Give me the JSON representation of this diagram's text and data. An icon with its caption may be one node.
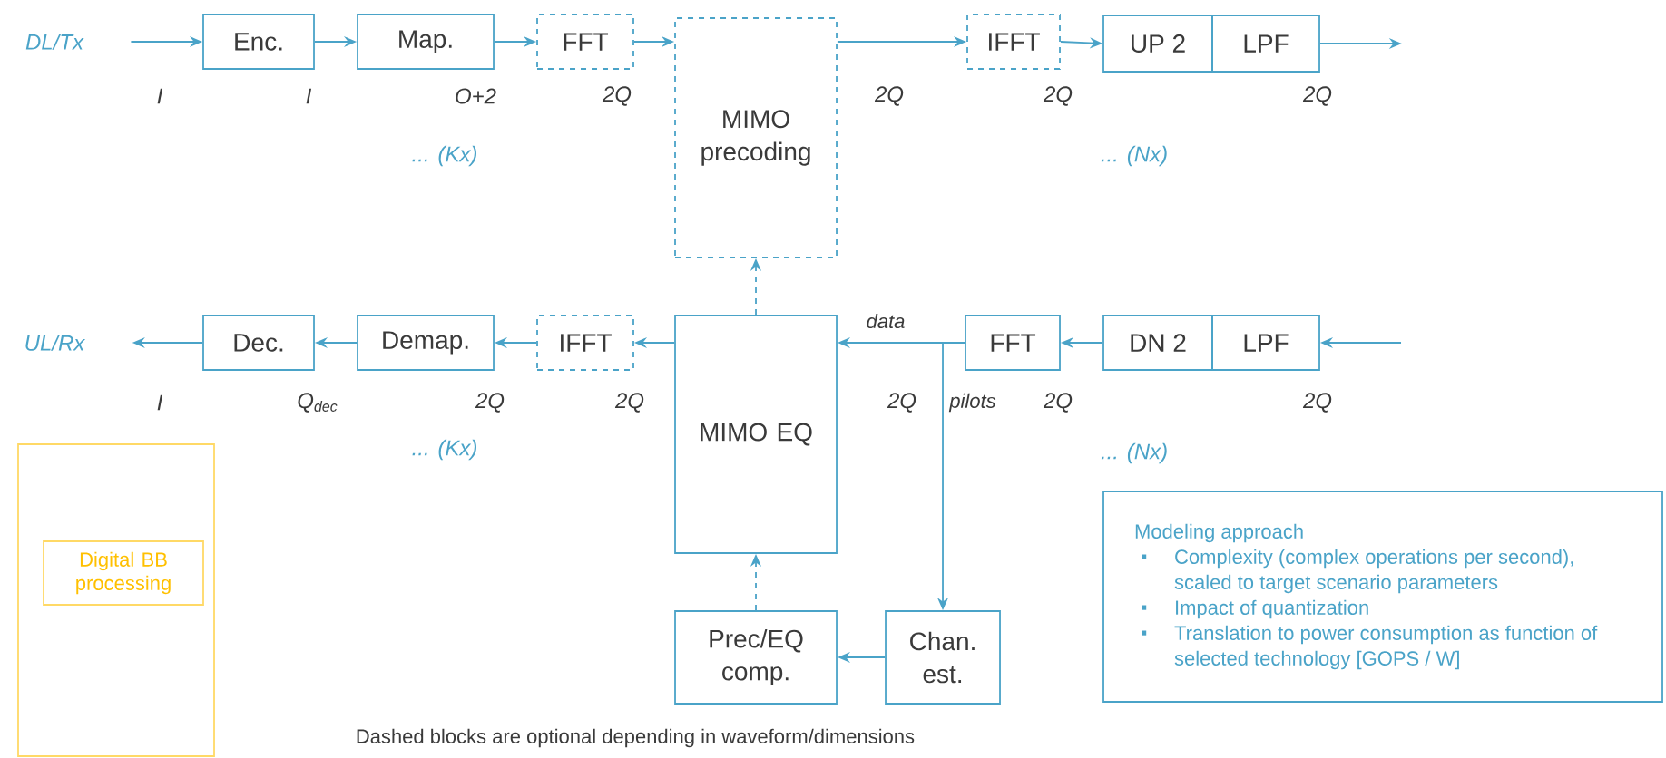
{
  "diagram": {
    "nodes": [
      {
        "text": [
          "DL/Tx"
        ]
      },
      {
        "text": [
          "Enc."
        ]
      },
      {
        "text": [
          "Map."
        ]
      },
      {
        "text": [
          "FFT"
        ]
      },
      {
        "text": [
          "MIMO precoding"
        ]
      },
      {
        "text": [
          "IFFT"
        ]
      },
      {
        "text": [
          "UP 2"
        ]
      },
      {
        "text": [
          "LPF"
        ]
      },
      {
        "text": [
          "UL/Rx"
        ]
      },
      {
        "text": [
          "Dec."
        ]
      },
      {
        "text": [
          "Demap."
        ]
      },
      {
        "text": [
          "IFFT"
        ]
      },
      {
        "text": [
          "MIMO EQ"
        ]
      },
      {
        "text": [
          "FFT"
        ]
      },
      {
        "text": [
          "DN 2"
        ]
      },
      {
        "text": [
          "LPF"
        ]
      },
      {
        "text": [
          "Prec/EQ comp."
        ]
      },
      {
        "text": [
          "Chan. est."
        ]
      },
      {
        "text": [],
        "shape": "box"
      },
      {
        "text": [
          "Digital BB processing"
        ],
        "in": 18
      },
      {
        "text": [
          "Modeling approach",
          "Complexity (complex operations per second), scaled to target scenario parameters",
          "Impact of quantization",
          "Translation to power consumption as function of selected technology [GOPS / W]"
        ]
      }
    ],
    "edges": [
      {
        "from": 0,
        "to": 1,
        "arrow": "to"
      },
      {
        "from": 1,
        "to": 2,
        "arrow": "to"
      },
      {
        "from": 2,
        "to": 3,
        "arrow": "to"
      },
      {
        "from": 3,
        "to": 4,
        "arrow": "to"
      },
      {
        "from": 4,
        "to": 5,
        "arrow": "to"
      },
      {
        "from": 5,
        "to": 6,
        "arrow": "to"
      },
      {
        "from": 7,
        "to": null,
        "arrow": "to"
      },
      {
        "from": null,
        "to": 15,
        "arrow": "to"
      },
      {
        "from": 14,
        "to": 13,
        "arrow": "to"
      },
      {
        "from": 13,
        "to": 12,
        "label": "data",
        "arrow": "to"
      },
      {
        "from": 13,
        "to": 17,
        "label": "pilots",
        "arrow": "to"
      },
      {
        "from": 12,
        "to": 11,
        "arrow": "to"
      },
      {
        "from": 11,
        "to": 10,
        "arrow": "to"
      },
      {
        "from": 10,
        "to": 9,
        "arrow": "to"
      },
      {
        "from": 9,
        "to": 8,
        "arrow": "to"
      },
      {
        "from": 12,
        "to": 4,
        "arrow": "to",
        "style": "dashed"
      },
      {
        "from": 16,
        "to": 12,
        "arrow": "to",
        "style": "dashed"
      },
      {
        "from": 17,
        "to": 16,
        "arrow": "to"
      }
    ],
    "labels": [
      "I",
      "I",
      "O+2",
      "2Q",
      "2Q",
      "2Q",
      "2Q",
      "... (Kx)",
      "... (Nx)",
      "I",
      "Q$_{dec}$",
      "2Q",
      "2Q",
      "2Q",
      "2Q",
      "2Q",
      "... (Kx)",
      "... (Nx)",
      "Dashed blocks are optional depending in waveform/dimensions"
    ]
  }
}
